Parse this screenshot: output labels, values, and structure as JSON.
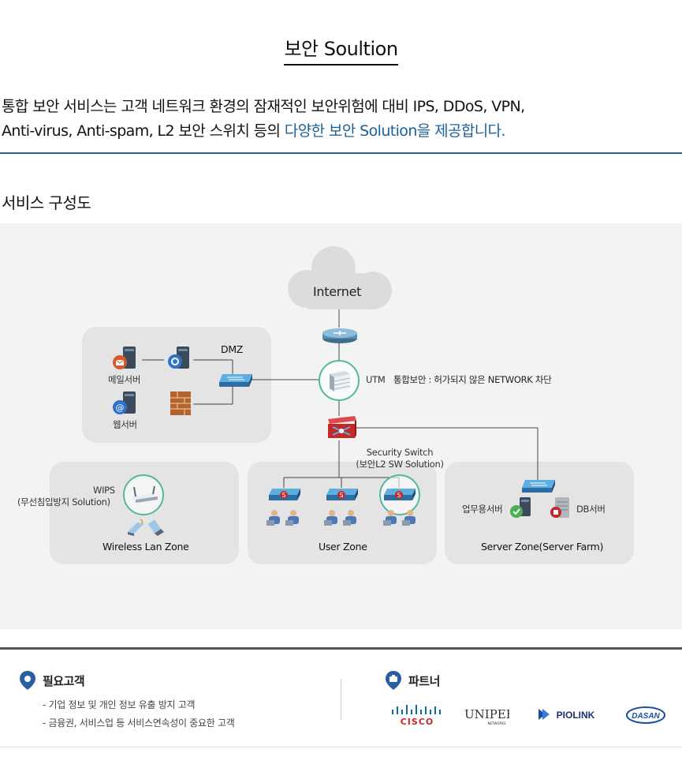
{
  "page": {
    "title": "보안 Soultion"
  },
  "intro": {
    "line1": "통합 보안 서비스는 고객 네트워크 환경의 잠재적인 보안위험에 대비 IPS, DDoS, VPN,",
    "line2_plain": "Anti-virus,  Anti-spam, L2 보안 스위치 등의 ",
    "line2_highlight": "다양한 보안 Solution을  제공합니다."
  },
  "section": {
    "title": "서비스 구성도"
  },
  "diagram": {
    "internet_label": "Internet",
    "dmz_label": "DMZ",
    "mail_server_label": "메일서버",
    "web_server_label": "웹서버",
    "utm_label": "UTM",
    "utm_desc": "통합보안 : 허가되지 않은 NETWORK 차단",
    "security_switch_line1": "Security Switch",
    "security_switch_line2": "(보안L2 SW Solution)",
    "wips_line1": "WIPS",
    "wips_line2": "(무선침입방지 Solution)",
    "wireless_zone_label": "Wireless Lan Zone",
    "user_zone_label": "User Zone",
    "business_server_label": "업무용서버",
    "db_server_label": "DB서버",
    "server_zone_label": "Server Zone(Server Farm)",
    "accent_color": "#53b99a"
  },
  "customers": {
    "heading": "필요고객",
    "items": [
      "- 기업 정보 및 개인 정보 유출 방지 고객",
      "- 금융권, 서비스업 등 서비스연속성이 중요한 고객"
    ]
  },
  "partners": {
    "heading": "파트너",
    "logos": [
      "CISCO",
      "JUNIPER",
      "PIOLINK",
      "DASAN"
    ]
  }
}
